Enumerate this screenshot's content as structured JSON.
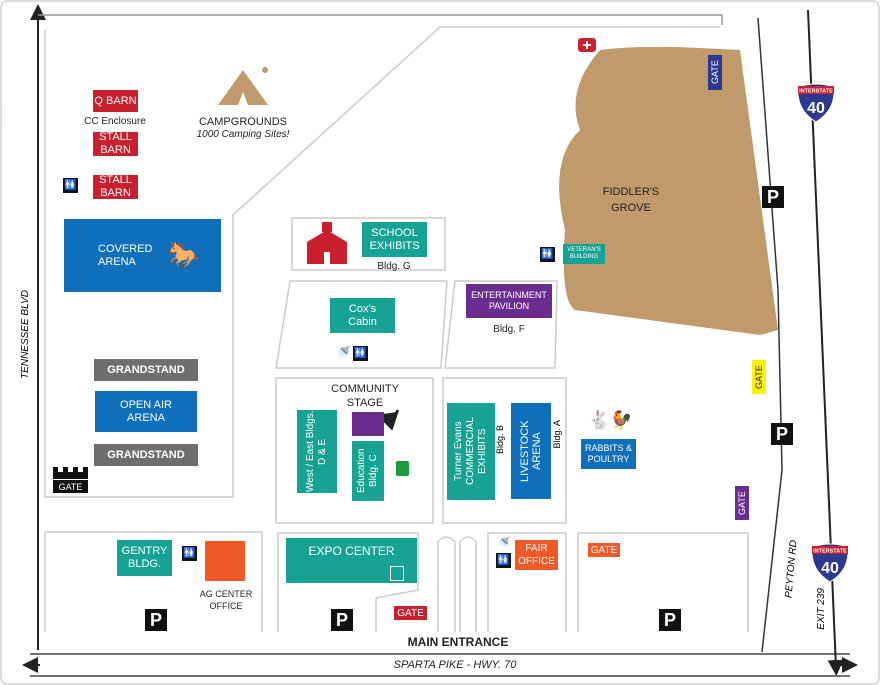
{
  "roads": {
    "left": "TENNESSEE BLVD",
    "bottom": "SPARTA PIKE - HWY. 70",
    "right": "PEYTON RD",
    "exit": "EXIT 239",
    "interstate": "40",
    "interstate_label": "INTERSTATE"
  },
  "labels": {
    "q_barn": "Q BARN",
    "cc_enclosure": "CC Enclosure",
    "stall_barn_1": "STALL BARN",
    "stall_barn_2": "STALL BARN",
    "campgrounds": "CAMPGROUNDS",
    "camping_sites": "1000 Camping Sites!",
    "covered_arena": "COVERED ARENA",
    "grandstand_1": "GRANDSTAND",
    "open_air_arena": "OPEN AIR ARENA",
    "grandstand_2": "GRANDSTAND",
    "school_exhibits": "SCHOOL EXHIBITS",
    "bldg_g": "Bldg. G",
    "coxs_cabin": "Cox's Cabin",
    "entertainment_pavilion": "ENTERTAINMENT PAVILION",
    "bldg_f": "Bldg. F",
    "community_stage": "COMMUNITY STAGE",
    "west_east": "West / East Bldgs. D & E",
    "education": "Education Bldg. C",
    "turner_evans": "Turner Evans COMMERCIAL EXHIBITS",
    "bldg_b": "Bldg. B",
    "livestock_arena": "LIVESTOCK ARENA",
    "bldg_a": "Bldg. A",
    "rabbits_poultry": "RABBITS & POULTRY",
    "fiddlers_grove": "FIDDLER'S GROVE",
    "veterans_building": "VETERAN'S BUILDING",
    "gentry_bldg": "GENTRY BLDG.",
    "ag_center_office": "AG CENTER OFFICE",
    "expo_center": "EXPO CENTER",
    "fair_office": "FAIR OFFICE",
    "main_entrance": "MAIN ENTRANCE",
    "gate": "GATE",
    "parking": "P"
  },
  "colors": {
    "red": "#c8202f",
    "blue": "#0f6fba",
    "teal": "#17a394",
    "gray": "#6d6e70",
    "purple": "#6a2d8f",
    "orange": "#f05a28",
    "tan": "#c19a6b",
    "navy": "#2b3990",
    "yellow": "#fff200",
    "green": "#1a9c3e"
  }
}
